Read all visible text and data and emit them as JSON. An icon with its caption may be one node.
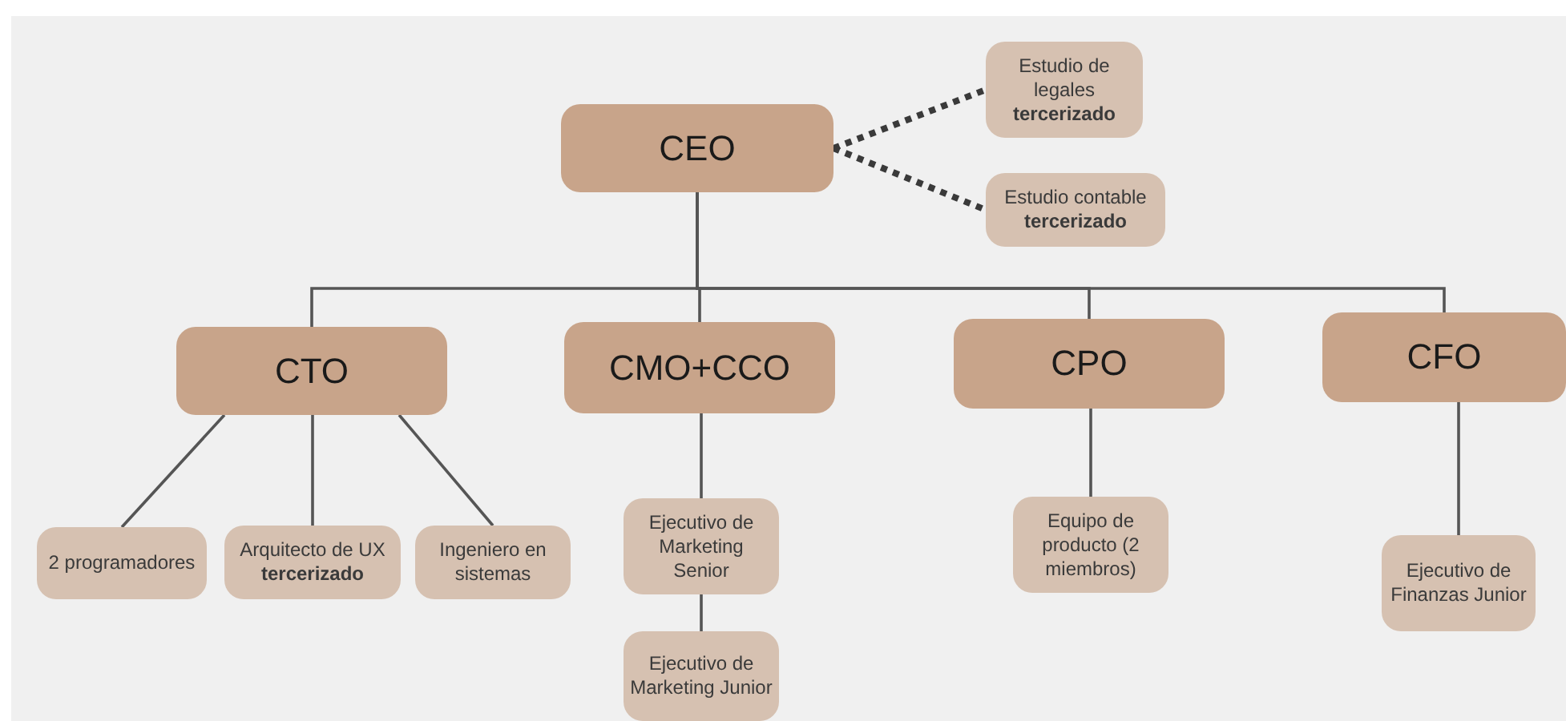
{
  "diagram": {
    "nodes": [
      {
        "text": [
          "CEO"
        ]
      },
      {
        "text": [
          "Estudio de legales **tercerizado**"
        ]
      },
      {
        "text": [
          "Estudio contable **tercerizado**"
        ]
      },
      {
        "text": [
          "CTO"
        ]
      },
      {
        "text": [
          "CMO+CCO"
        ]
      },
      {
        "text": [
          "CPO"
        ]
      },
      {
        "text": [
          "CFO"
        ]
      },
      {
        "text": [
          "2 programadores"
        ]
      },
      {
        "text": [
          "Arquitecto de UX **tercerizado**"
        ]
      },
      {
        "text": [
          "Ingeniero en sistemas"
        ]
      },
      {
        "text": [
          "Ejecutivo de Marketing Senior"
        ]
      },
      {
        "text": [
          "Ejecutivo de Marketing Junior"
        ]
      },
      {
        "text": [
          "Equipo de producto (2 miembros)"
        ]
      },
      {
        "text": [
          "Ejecutivo de Finanzas Junior"
        ]
      }
    ],
    "edges": [
      {
        "from": 0,
        "to": 1,
        "arrow": "none",
        "style": "dashed"
      },
      {
        "from": 0,
        "to": 2,
        "arrow": "none",
        "style": "dashed"
      },
      {
        "from": 0,
        "to": 3,
        "arrow": "none"
      },
      {
        "from": 0,
        "to": 4,
        "arrow": "none"
      },
      {
        "from": 0,
        "to": 5,
        "arrow": "none"
      },
      {
        "from": 0,
        "to": 6,
        "arrow": "none"
      },
      {
        "from": 3,
        "to": 7,
        "arrow": "none"
      },
      {
        "from": 3,
        "to": 8,
        "arrow": "none"
      },
      {
        "from": 3,
        "to": 9,
        "arrow": "none"
      },
      {
        "from": 4,
        "to": 10,
        "arrow": "none"
      },
      {
        "from": 10,
        "to": 11,
        "arrow": "none"
      },
      {
        "from": 5,
        "to": 12,
        "arrow": "none"
      },
      {
        "from": 6,
        "to": 13,
        "arrow": "none"
      }
    ]
  }
}
